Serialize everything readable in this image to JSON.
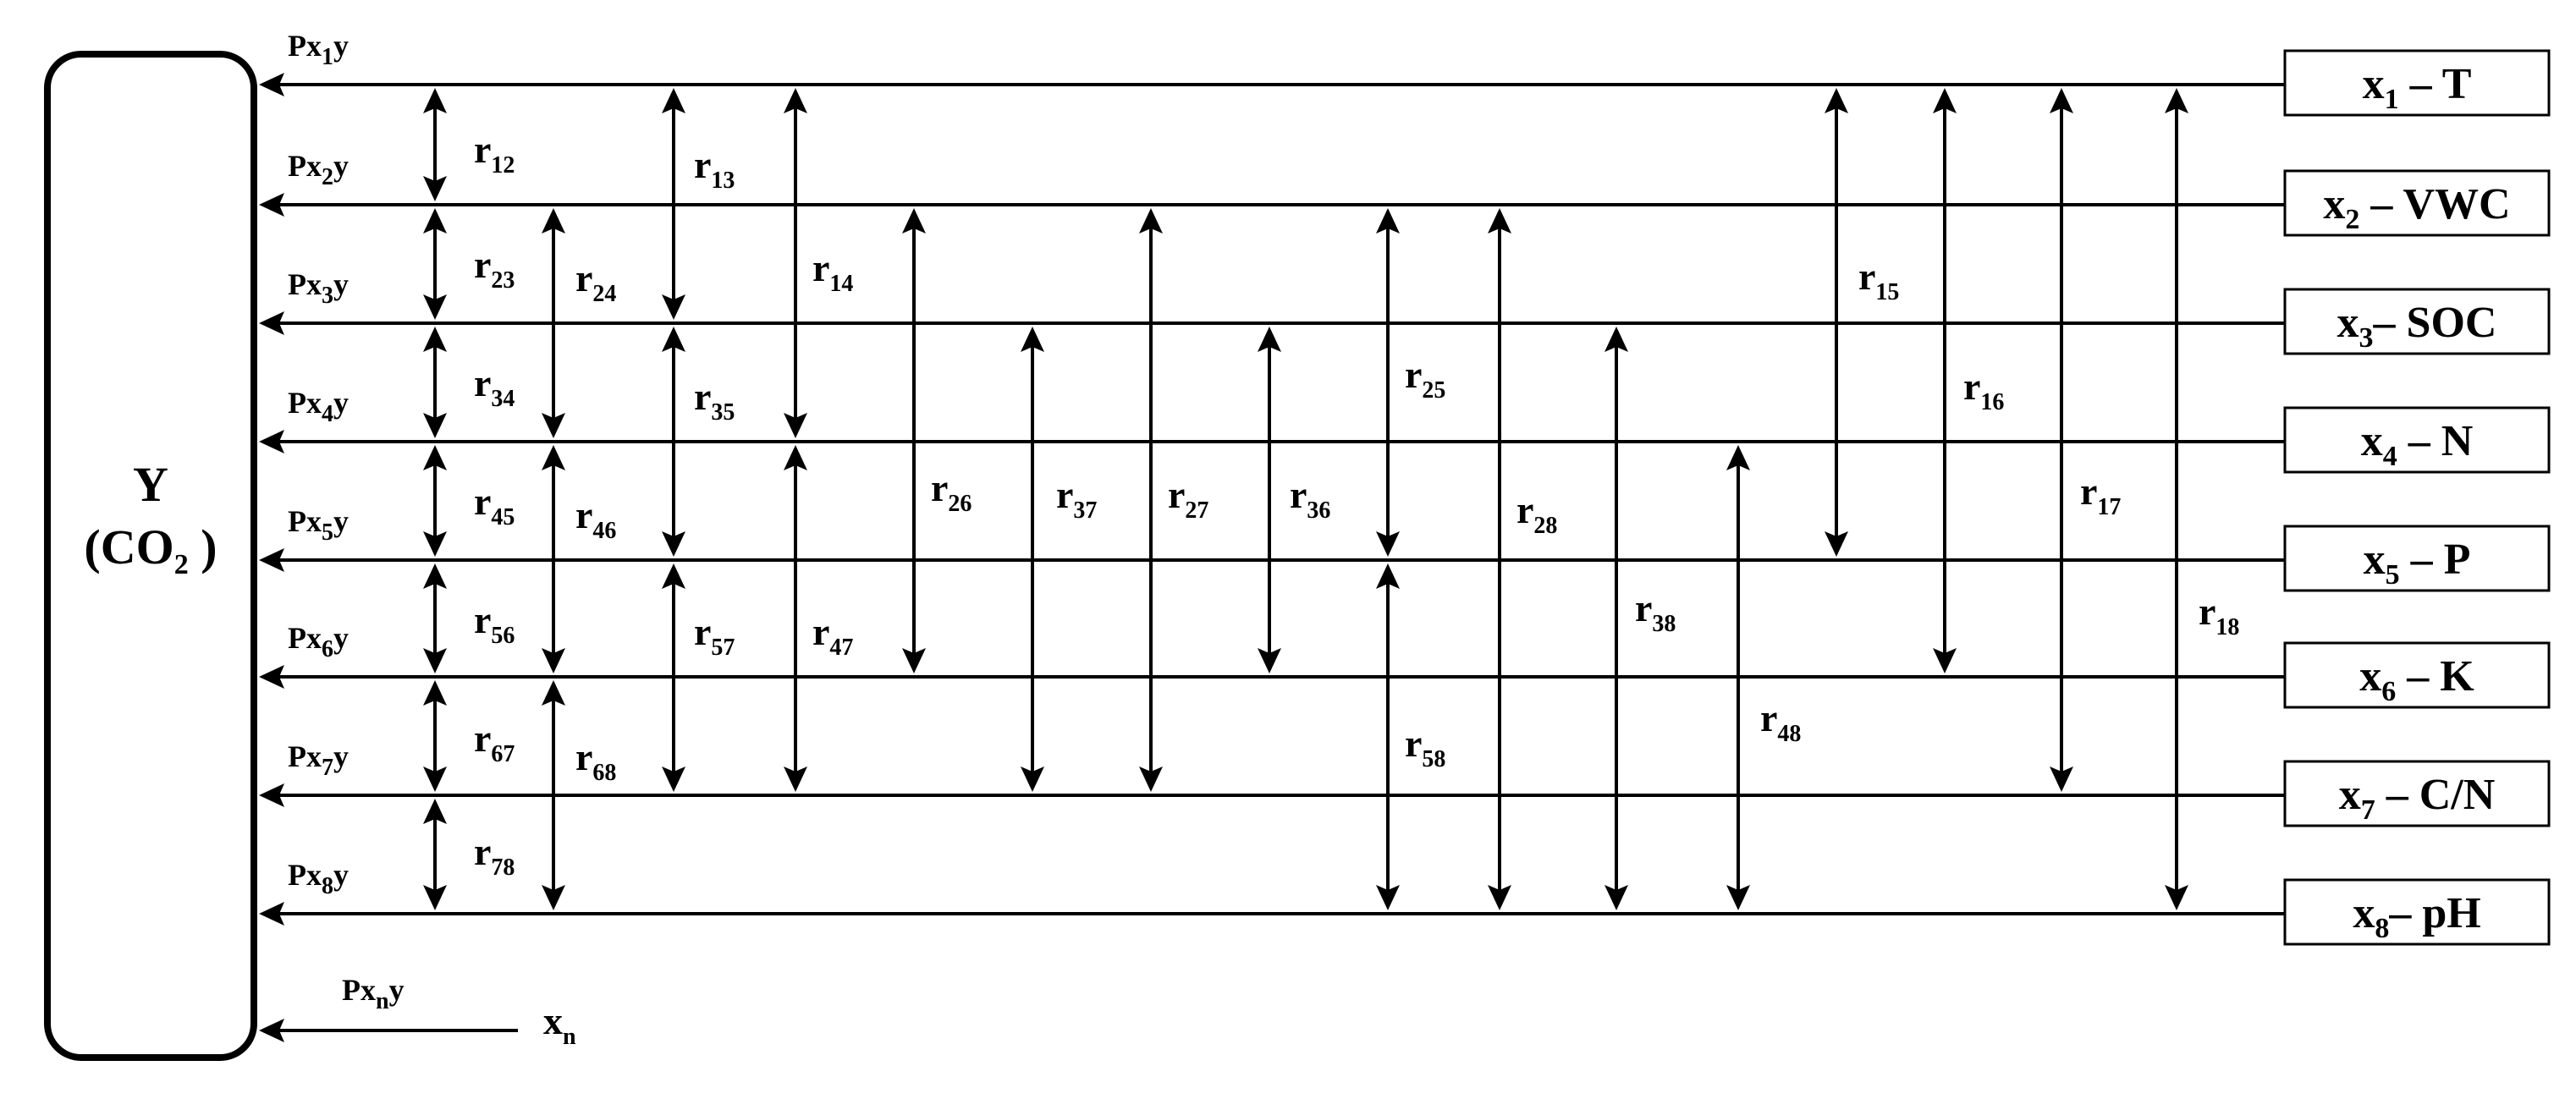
{
  "diagram": {
    "y_box": {
      "name": "Y",
      "sub_label_main": "(CO",
      "sub_label_sub": "2",
      "sub_label_tail": " )"
    },
    "variables": [
      {
        "id": 1,
        "sym": "x",
        "sub": "1",
        "name": "T",
        "dash": " – "
      },
      {
        "id": 2,
        "sym": "x",
        "sub": "2",
        "name": "VWC",
        "dash": " – "
      },
      {
        "id": 3,
        "sym": "x",
        "sub": "3",
        "name": "SOC",
        "dash": "– "
      },
      {
        "id": 4,
        "sym": "x",
        "sub": "4",
        "name": "N",
        "dash": " – "
      },
      {
        "id": 5,
        "sym": "x",
        "sub": "5",
        "name": "P",
        "dash": " – "
      },
      {
        "id": 6,
        "sym": "x",
        "sub": "6",
        "name": "K",
        "dash": " – "
      },
      {
        "id": 7,
        "sym": "x",
        "sub": "7",
        "name": "C/N",
        "dash": " – "
      },
      {
        "id": 8,
        "sym": "x",
        "sub": "8",
        "name": "pH",
        "dash": "– "
      }
    ],
    "path_labels": [
      {
        "id": 1,
        "p": "Px",
        "sub": "1",
        "y": "y"
      },
      {
        "id": 2,
        "p": "Px",
        "sub": "2",
        "y": "y"
      },
      {
        "id": 3,
        "p": "Px",
        "sub": "3",
        "y": "y"
      },
      {
        "id": 4,
        "p": "Px",
        "sub": "4",
        "y": "y"
      },
      {
        "id": 5,
        "p": "Px",
        "sub": "5",
        "y": "y"
      },
      {
        "id": 6,
        "p": "Px",
        "sub": "6",
        "y": "y"
      },
      {
        "id": 7,
        "p": "Px",
        "sub": "7",
        "y": "y"
      },
      {
        "id": 8,
        "p": "Px",
        "sub": "8",
        "y": "y"
      }
    ],
    "generic": {
      "p": "Px",
      "sub": "n",
      "y": "y",
      "x": "x",
      "x_sub": "n"
    },
    "correlations": [
      {
        "label": "r",
        "sub": "12",
        "from": 1,
        "to": 2
      },
      {
        "label": "r",
        "sub": "23",
        "from": 2,
        "to": 3
      },
      {
        "label": "r",
        "sub": "34",
        "from": 3,
        "to": 4
      },
      {
        "label": "r",
        "sub": "45",
        "from": 4,
        "to": 5
      },
      {
        "label": "r",
        "sub": "56",
        "from": 5,
        "to": 6
      },
      {
        "label": "r",
        "sub": "67",
        "from": 6,
        "to": 7
      },
      {
        "label": "r",
        "sub": "78",
        "from": 7,
        "to": 8
      },
      {
        "label": "r",
        "sub": "24",
        "from": 2,
        "to": 4
      },
      {
        "label": "r",
        "sub": "46",
        "from": 4,
        "to": 6
      },
      {
        "label": "r",
        "sub": "68",
        "from": 6,
        "to": 8
      },
      {
        "label": "r",
        "sub": "13",
        "from": 1,
        "to": 3
      },
      {
        "label": "r",
        "sub": "35",
        "from": 3,
        "to": 5
      },
      {
        "label": "r",
        "sub": "57",
        "from": 5,
        "to": 7
      },
      {
        "label": "r",
        "sub": "14",
        "from": 1,
        "to": 4
      },
      {
        "label": "r",
        "sub": "47",
        "from": 4,
        "to": 7
      },
      {
        "label": "r",
        "sub": "26",
        "from": 2,
        "to": 6
      },
      {
        "label": "r",
        "sub": "37",
        "from": 3,
        "to": 7
      },
      {
        "label": "r",
        "sub": "27",
        "from": 2,
        "to": 7
      },
      {
        "label": "r",
        "sub": "36",
        "from": 3,
        "to": 6
      },
      {
        "label": "r",
        "sub": "25",
        "from": 2,
        "to": 5
      },
      {
        "label": "r",
        "sub": "58",
        "from": 5,
        "to": 8
      },
      {
        "label": "r",
        "sub": "28",
        "from": 2,
        "to": 8
      },
      {
        "label": "r",
        "sub": "38",
        "from": 3,
        "to": 8
      },
      {
        "label": "r",
        "sub": "48",
        "from": 4,
        "to": 8
      },
      {
        "label": "r",
        "sub": "15",
        "from": 1,
        "to": 5
      },
      {
        "label": "r",
        "sub": "16",
        "from": 1,
        "to": 6
      },
      {
        "label": "r",
        "sub": "17",
        "from": 1,
        "to": 7
      },
      {
        "label": "r",
        "sub": "18",
        "from": 1,
        "to": 8
      }
    ]
  }
}
